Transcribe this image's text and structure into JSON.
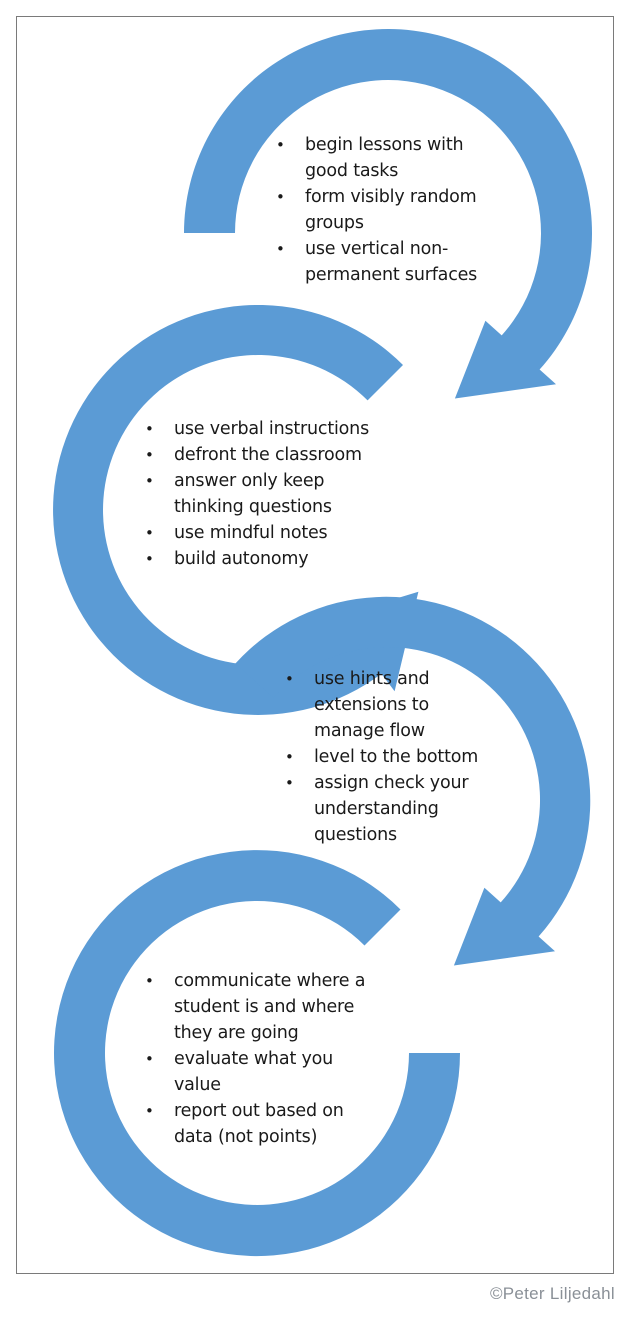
{
  "diagram": {
    "accent_color": "#5b9bd5",
    "stages": [
      {
        "id": "stage-1",
        "items": [
          "begin lessons with good tasks",
          "form visibly random groups",
          "use vertical non-permanent surfaces"
        ],
        "lines": [
          [
            "begin lessons with",
            "good tasks"
          ],
          [
            "form visibly random",
            "groups"
          ],
          [
            "use vertical non-",
            "permanent surfaces"
          ]
        ]
      },
      {
        "id": "stage-2",
        "items": [
          "use verbal instructions",
          "defront the classroom",
          "answer only keep thinking questions",
          "use mindful notes",
          "build autonomy"
        ],
        "lines": [
          [
            "use verbal instructions"
          ],
          [
            "defront the classroom"
          ],
          [
            "answer only keep",
            "thinking questions"
          ],
          [
            "use mindful notes"
          ],
          [
            "build autonomy"
          ]
        ]
      },
      {
        "id": "stage-3",
        "items": [
          "use hints and extensions to manage flow",
          "level to the bottom",
          "assign check your understanding questions"
        ],
        "lines": [
          [
            "use hints and",
            "extensions to",
            "manage flow"
          ],
          [
            "level to the bottom"
          ],
          [
            "assign check your",
            "understanding",
            "questions"
          ]
        ]
      },
      {
        "id": "stage-4",
        "items": [
          "communicate where a student is and where they are going",
          "evaluate what you value",
          "report out based on data (not points)"
        ],
        "lines": [
          [
            "communicate where a",
            "student is and where",
            "they are going"
          ],
          [
            "evaluate what you",
            "value"
          ],
          [
            "report out based on",
            "data (not points)"
          ]
        ]
      }
    ]
  },
  "credit": "©Peter Liljedahl"
}
